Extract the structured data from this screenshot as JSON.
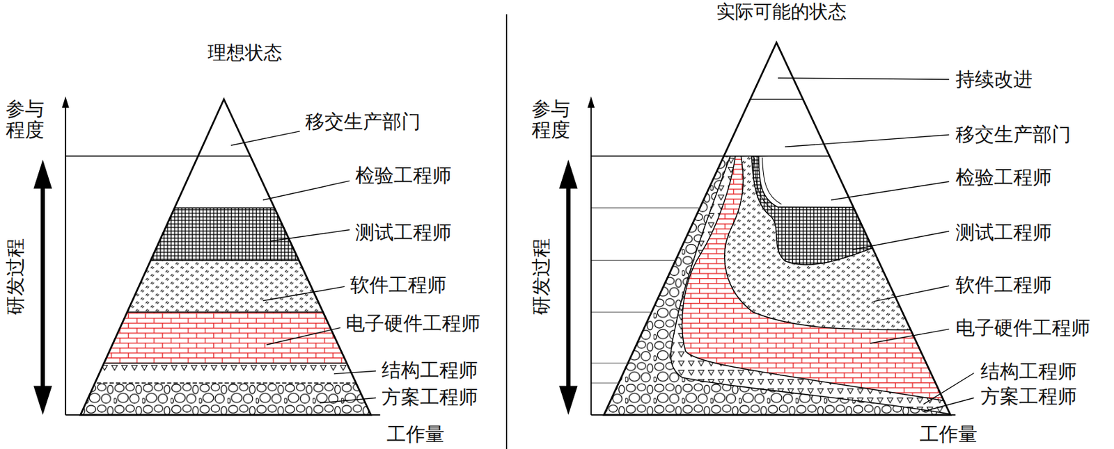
{
  "diagram": {
    "labels": [
      "理想状态",
      "参与 程度",
      "研发过程",
      "移交生产部门",
      "检验工程师",
      "测试工程师",
      "软件工程师",
      "电子硬件工程师",
      "结构工程师",
      "方案工程师",
      "工作量",
      "实际可能的状态",
      "持续改进",
      "参与 程度",
      "研发过程",
      "移交生产部门",
      "检验工程师",
      "测试工程师",
      "软件工程师",
      "电子硬件工程师",
      "结构工程师",
      "方案工程师",
      "工作量"
    ]
  }
}
